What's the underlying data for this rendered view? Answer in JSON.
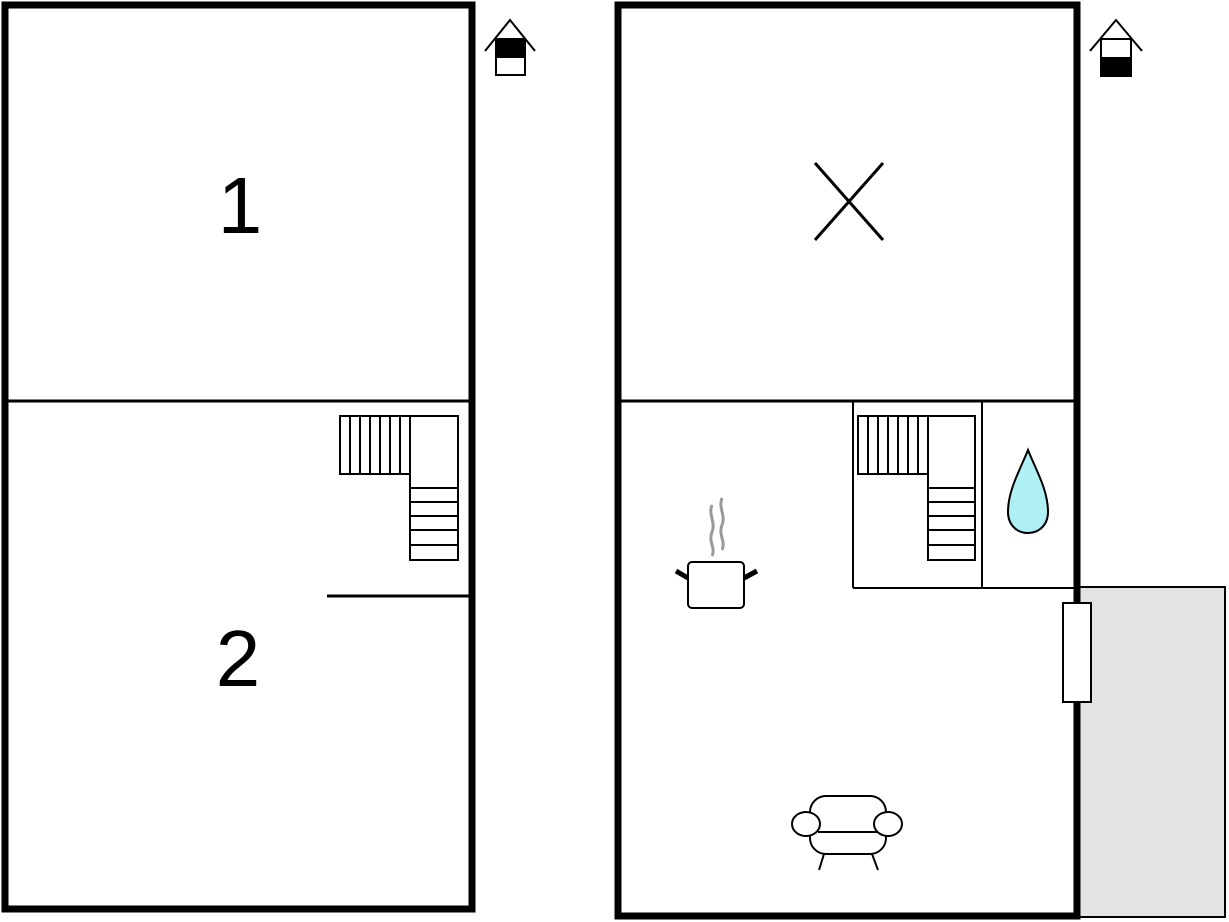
{
  "floors": [
    {
      "name": "upper-floor",
      "rooms": [
        {
          "label": "1"
        },
        {
          "label": "2"
        }
      ],
      "level_icon": "house-upper-level-icon"
    },
    {
      "name": "ground-floor",
      "rooms": [
        {
          "icon": "cross-icon"
        },
        {
          "icon": "stairs-icon"
        },
        {
          "icon": "water-drop-icon"
        },
        {
          "icon": "cooking-pot-icon"
        },
        {
          "icon": "armchair-icon"
        }
      ],
      "level_icon": "house-ground-level-icon"
    }
  ],
  "colors": {
    "wall": "#000000",
    "water": "#aef0f4",
    "terrace": "#e3e3e3",
    "steam": "#999999"
  }
}
